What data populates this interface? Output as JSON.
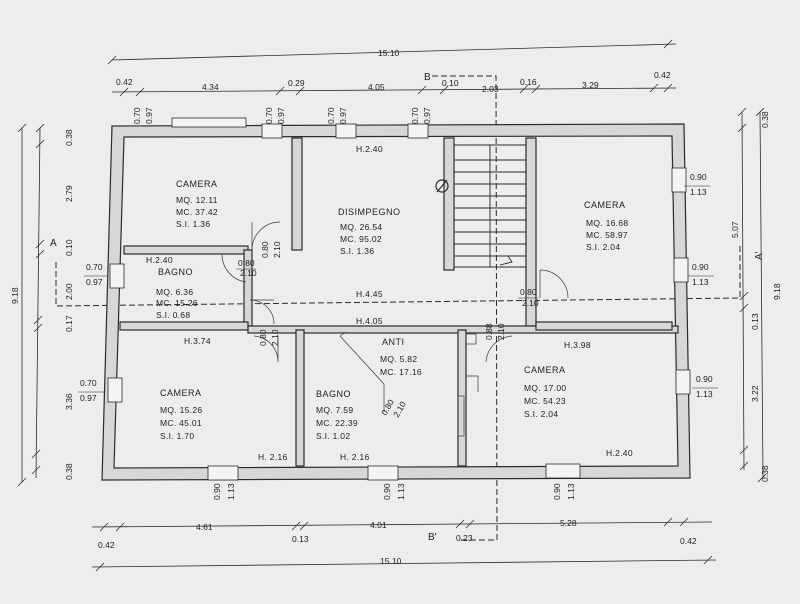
{
  "overall": {
    "top_width": "15.10",
    "bottom_width": "15.10",
    "height_left": "9.18",
    "height_right": "9.18"
  },
  "top_dims": [
    "0.42",
    "4.34",
    "0.29",
    "4.05",
    "0.10",
    "2.03",
    "0.16",
    "3.29",
    "0.42"
  ],
  "bottom_dims": [
    "4.61",
    "0.13",
    "4.01",
    "0.23",
    "5.28"
  ],
  "bottom_corner": {
    "left": "0.42",
    "right": "0.42"
  },
  "left_dims": [
    "0.38",
    "2.79",
    "0.10",
    "2.00",
    "0.17",
    "3.36",
    "0.38"
  ],
  "right_dims": [
    "0.38",
    "5.07",
    "0.13",
    "3.22",
    "0.38"
  ],
  "section_marks": {
    "b_top": "B",
    "b_bottom": "B'",
    "a_left": "A",
    "a_right": "A'"
  },
  "rooms": [
    {
      "name": "CAMERA",
      "mq": "MQ. 12.11",
      "mc": "MC. 37.42",
      "si": "S.I. 1.36"
    },
    {
      "name": "DISIMPEGNO",
      "mq": "MQ. 26.54",
      "mc": "MC. 95.02",
      "si": "S.I. 1.36"
    },
    {
      "name": "CAMERA",
      "mq": "MQ. 16.68",
      "mc": "MC. 58.97",
      "si": "S.I. 2.04"
    },
    {
      "name": "BAGNO",
      "mq": "MQ. 6.36",
      "mc": "MC. 15.26",
      "si": "S.I. 0.68"
    },
    {
      "name": "CAMERA",
      "mq": "MQ. 15.26",
      "mc": "MC. 45.01",
      "si": "S.I. 1.70"
    },
    {
      "name": "ANTI",
      "mq": "MQ. 5.82",
      "mc": "MC. 17.16",
      "si": ""
    },
    {
      "name": "BAGNO",
      "mq": "MQ. 7.59",
      "mc": "MC. 22.39",
      "si": "S.I. 1.02"
    },
    {
      "name": "CAMERA",
      "mq": "MQ. 17.00",
      "mc": "MC. 54.23",
      "si": "S.I. 2.04"
    }
  ],
  "heights": {
    "disimpegno": "H.2.40",
    "bagno_top": "H.2.40",
    "corridor1": "H.4.45",
    "corridor2": "H.4.05",
    "camera_bl": "H.3.74",
    "camera_br": "H.3.98",
    "bottom1": "H. 2.16",
    "bottom2": "H. 2.16",
    "bottom3": "H.2.40"
  },
  "windows": {
    "top1": [
      "0.70",
      "0.97"
    ],
    "top2": [
      "0.70",
      "0.97"
    ],
    "top3": [
      "0.70",
      "0.97"
    ],
    "top4": [
      "0.70",
      "0.97"
    ],
    "left1": [
      "0.70",
      "0.97"
    ],
    "left2": [
      "0.70",
      "0.97"
    ],
    "right1": [
      "0.90",
      "1.13"
    ],
    "right2": [
      "0.90",
      "1.13"
    ],
    "right3": [
      "0.90",
      "1.13"
    ],
    "bottom1": [
      "0.90",
      "1.13"
    ],
    "bottom2": [
      "0.90",
      "1.13"
    ],
    "bottom3": [
      "0.90",
      "1.13"
    ]
  },
  "doors": {
    "d1": [
      "0.80",
      "2.10"
    ],
    "d2": [
      "0.80",
      "2.10"
    ],
    "d3": [
      "0.80",
      "2.10"
    ],
    "d4": [
      "0.80",
      "2.10"
    ],
    "d5": [
      "0.88",
      "2.10"
    ],
    "d6": [
      "0.80",
      "2.10"
    ]
  }
}
